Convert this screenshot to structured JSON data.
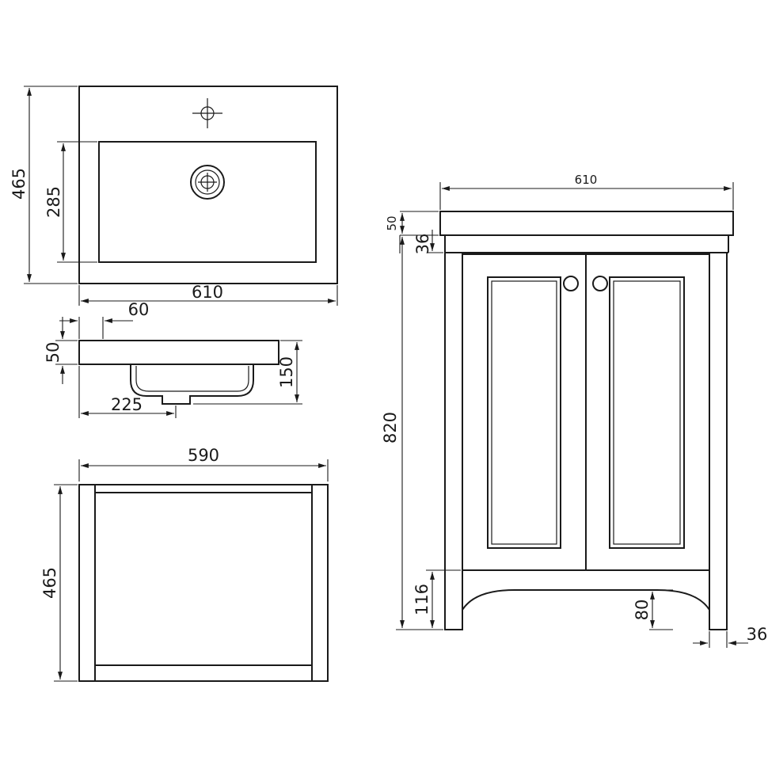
{
  "basin_top_view": {
    "width_label": "610",
    "depth_label": "465",
    "bowl_depth_label": "285"
  },
  "basin_side_view": {
    "rim_offset_label": "60",
    "rim_height_label": "50",
    "total_height_label": "150",
    "waste_offset_label": "225"
  },
  "cabinet_top_view": {
    "width_label": "590",
    "depth_label": "465"
  },
  "front_elevation": {
    "overall_width_label": "610",
    "basin_height_label": "50",
    "top_rail_label": "36",
    "overall_height_label": "820",
    "plinth_height_label": "116",
    "arch_height_label": "80",
    "leg_width_label": "36"
  }
}
